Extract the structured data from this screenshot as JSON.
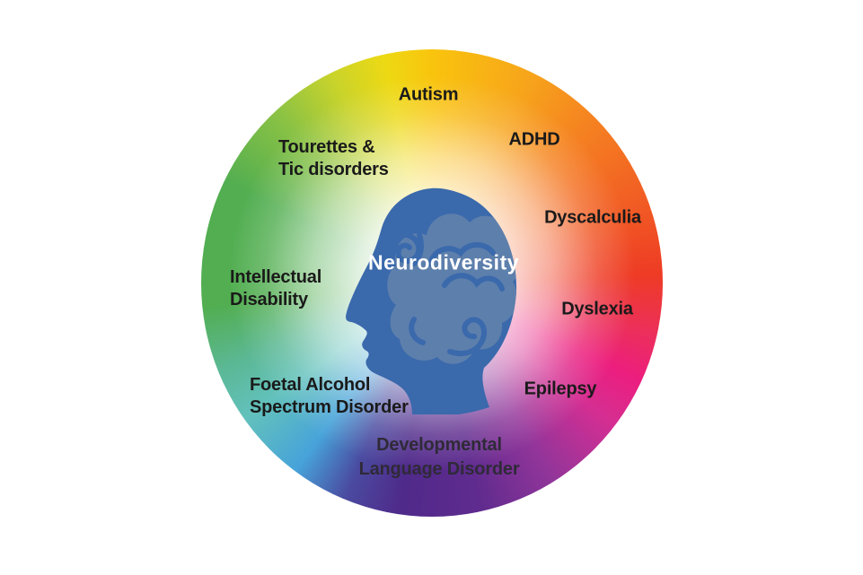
{
  "figure": {
    "center_label": "Neurodiversity",
    "conditions": [
      {
        "label": "Autism"
      },
      {
        "label": "ADHD"
      },
      {
        "label": "Dyscalculia"
      },
      {
        "label": "Dyslexia"
      },
      {
        "label": "Epilepsy"
      },
      {
        "line1": "Developmental",
        "line2": "Language Disorder"
      },
      {
        "line1": "Foetal Alcohol",
        "line2": "Spectrum Disorder"
      },
      {
        "line1": "Intellectual",
        "line2": "Disability"
      },
      {
        "line1": "Tourettes &",
        "line2": "Tic disorders"
      }
    ],
    "colors": {
      "head_blue": "#3a69ac",
      "brain_blue": "#5d7fac",
      "center_text": "#ffffff",
      "label_text": "#1a1a1a",
      "wheel_palette": [
        "#f9c40d",
        "#f7a51b",
        "#f58121",
        "#f15a24",
        "#ee3b25",
        "#ec2f5b",
        "#ec1e7e",
        "#d52e92",
        "#93359a",
        "#5f2b8e",
        "#4f2a8a",
        "#4a4ba0",
        "#47a3d9",
        "#62c1bc",
        "#5bb894",
        "#52ae51",
        "#8bc244",
        "#c8d32b",
        "#edd914"
      ]
    }
  }
}
